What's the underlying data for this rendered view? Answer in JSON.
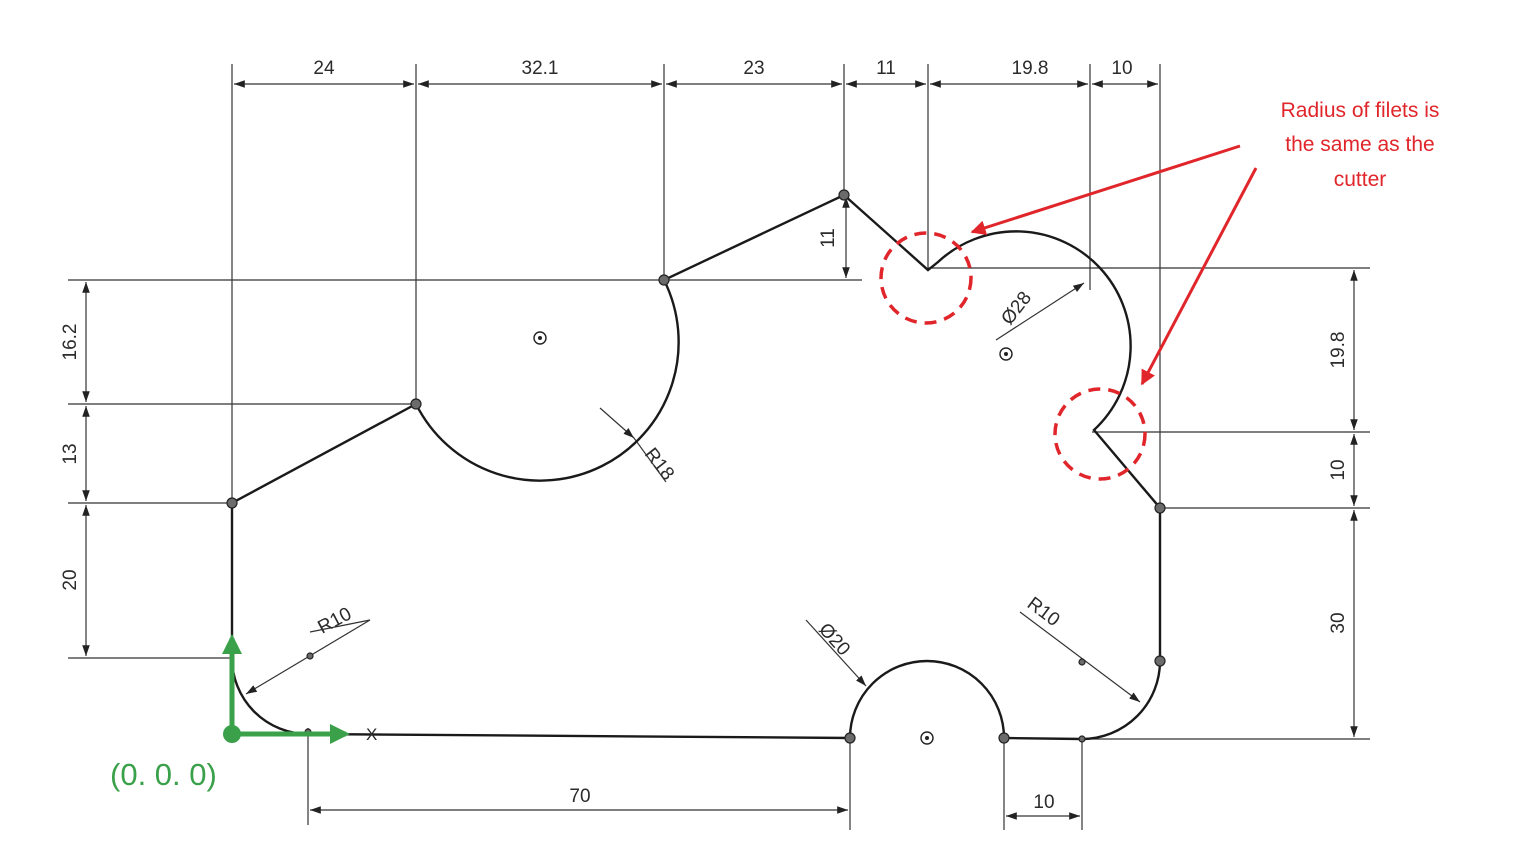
{
  "dimensions": {
    "top_24": "24",
    "top_32_1": "32.1",
    "top_23": "23",
    "top_11": "11",
    "top_19_8": "19.8",
    "top_10": "10",
    "left_16_2": "16.2",
    "left_13": "13",
    "left_20": "20",
    "right_19_8": "19.8",
    "right_10": "10",
    "right_30": "30",
    "vertical_11": "11",
    "bottom_70": "70",
    "bottom_10": "10",
    "radius_r18": "R18",
    "radius_r10_left": "R10",
    "radius_r10_right": "R10",
    "diameter_28": "Ø28",
    "diameter_20": "Ø20"
  },
  "annotation": {
    "line1": "Radius of filets is",
    "line2": "the same as the",
    "line3": "cutter"
  },
  "origin": {
    "label": "(0. 0. 0)",
    "axis_x": "X"
  },
  "colors": {
    "annotation": "#e0262b",
    "origin_axes": "#3aa14a",
    "lines": "#1a1a1a"
  }
}
